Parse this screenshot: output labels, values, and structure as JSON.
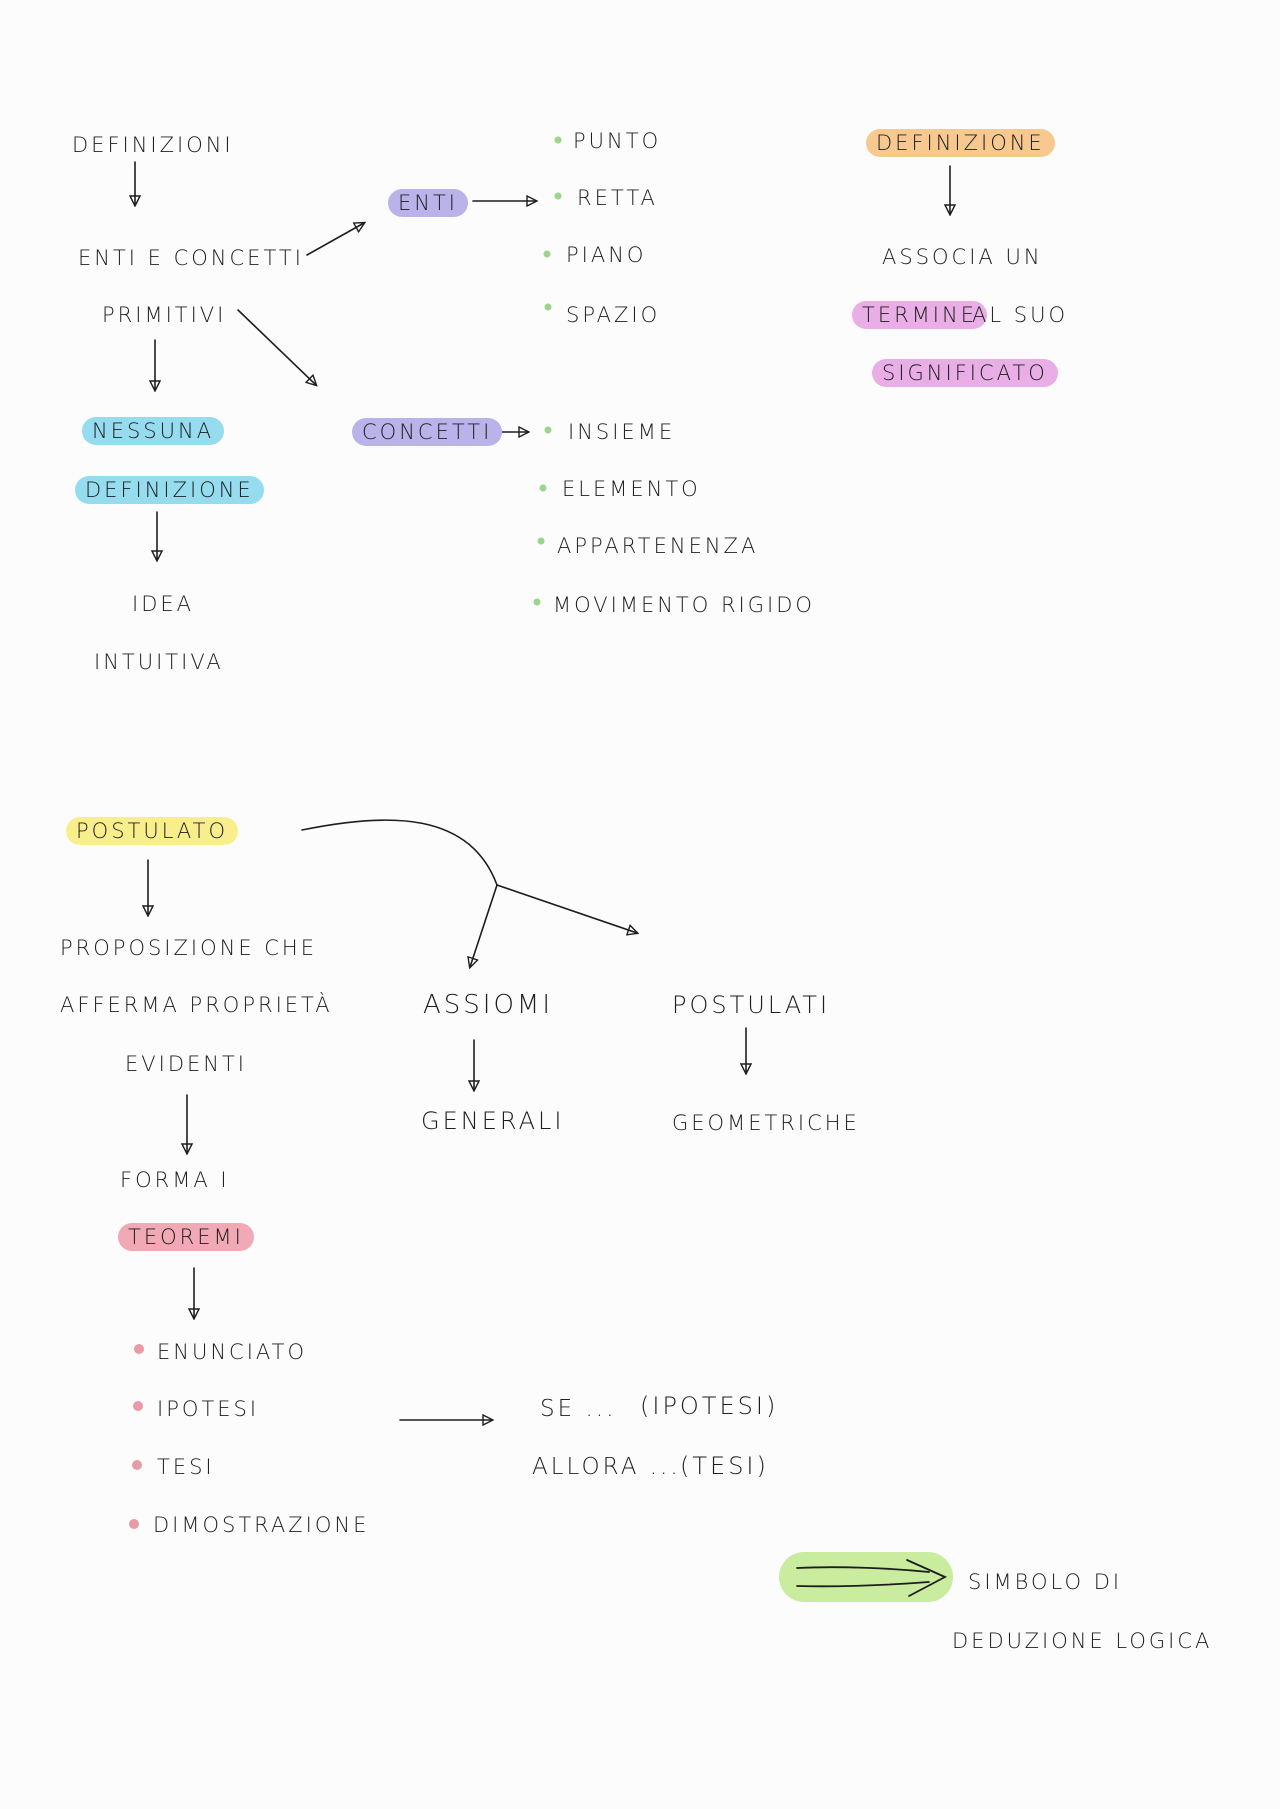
{
  "colors": {
    "ink": "#1d1d1f",
    "purple_highlight": "#b9b3ea",
    "orange_highlight": "#f7c98f",
    "pink_highlight": "#e8aee5",
    "blue_highlight": "#95dcef",
    "yellow_highlight": "#f8ef8c",
    "red_highlight": "#f0a9b5",
    "green_bullet": "#9bd58b",
    "green_symbol_bg": "#c9ec9f"
  },
  "top_left": {
    "definizioni": "DEFINIZIONI",
    "enti_e_concetti": "ENTI E CONCETTI",
    "primitivi": "PRIMITIVI",
    "nessuna": "NESSUNA",
    "definizione": "DEFINIZIONE",
    "idea": "IDEA",
    "intuitiva": "INTUITIVA"
  },
  "enti": {
    "label": "ENTI",
    "items": [
      "PUNTO",
      "RETTA",
      "PIANO",
      "SPAZIO"
    ]
  },
  "concetti": {
    "label": "CONCETTI",
    "items": [
      "INSIEME",
      "ELEMENTO",
      "APPARTENENZA",
      "MOVIMENTO  RIGIDO"
    ]
  },
  "definizione_box": {
    "title": "DEFINIZIONE",
    "line1": "ASSOCIA UN",
    "termine": "TERMINE",
    "al_suo": "AL SUO",
    "significato": "SIGNIFICATO"
  },
  "postulato": {
    "title": "POSTULATO",
    "line1": "PROPOSIZIONE CHE",
    "line2": "AFFERMA  PROPRIETÀ",
    "line3": "EVIDENTI",
    "forma": "FORMA  I",
    "teoremi": "TEOREMI",
    "items": [
      "ENUNCIATO",
      "IPOTESI",
      "TESI",
      "DIMOSTRAZIONE"
    ]
  },
  "assiomi": {
    "title": "ASSIOMI",
    "sub": "GENERALI"
  },
  "postulati": {
    "title": "POSTULATI",
    "sub": "GEOMETRICHE"
  },
  "se_allora": {
    "se": "SE ...",
    "ipotesi": "(IPOTESI)",
    "allora": "ALLORA ...",
    "tesi": "(TESI)"
  },
  "simbolo": {
    "line1": "SIMBOLO  DI",
    "line2": "DEDUZIONE   LOGICA"
  }
}
